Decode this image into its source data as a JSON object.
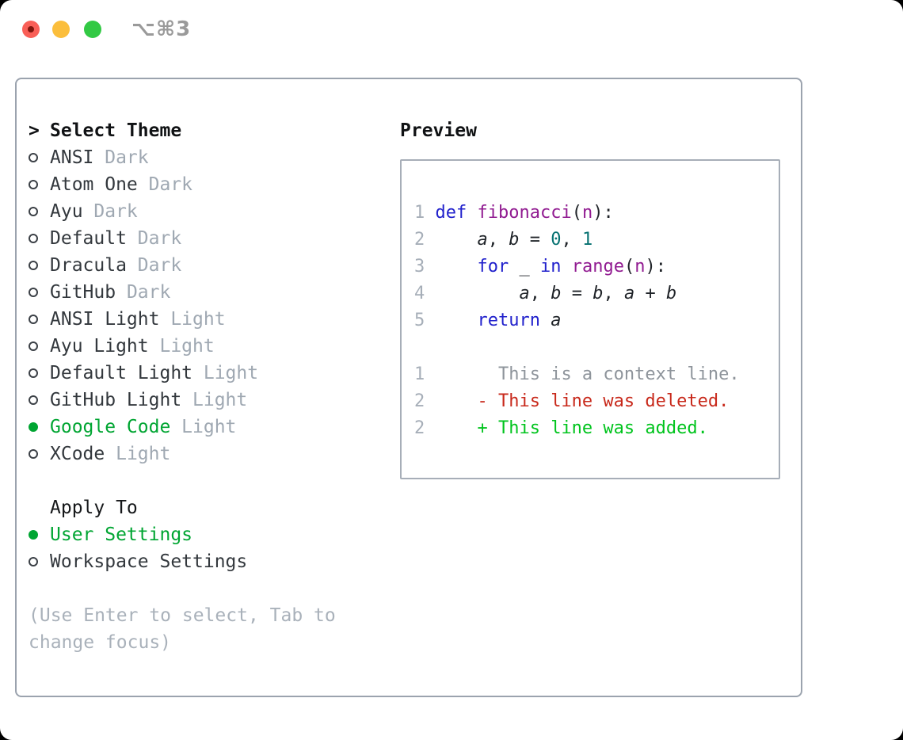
{
  "titlebar": {
    "shortcut": "⌥⌘3",
    "window_controls": [
      {
        "name": "close-button",
        "icon": "red-circle"
      },
      {
        "name": "minimize-button",
        "icon": "yellow-circle"
      },
      {
        "name": "zoom-button",
        "icon": "green-circle"
      }
    ]
  },
  "theme_panel": {
    "cursor": ">",
    "header": "Select Theme",
    "items": [
      {
        "label": "ANSI",
        "tag": "Dark",
        "selected": false
      },
      {
        "label": "Atom One",
        "tag": "Dark",
        "selected": false
      },
      {
        "label": "Ayu",
        "tag": "Dark",
        "selected": false
      },
      {
        "label": "Default",
        "tag": "Dark",
        "selected": false
      },
      {
        "label": "Dracula",
        "tag": "Dark",
        "selected": false
      },
      {
        "label": "GitHub",
        "tag": "Dark",
        "selected": false
      },
      {
        "label": "ANSI Light",
        "tag": "Light",
        "selected": false
      },
      {
        "label": "Ayu Light",
        "tag": "Light",
        "selected": false
      },
      {
        "label": "Default Light",
        "tag": "Light",
        "selected": false
      },
      {
        "label": "GitHub Light",
        "tag": "Light",
        "selected": false
      },
      {
        "label": "Google Code",
        "tag": "Light",
        "selected": true
      },
      {
        "label": "XCode",
        "tag": "Light",
        "selected": false
      }
    ],
    "apply_to": {
      "header": "Apply To",
      "options": [
        {
          "label": "User Settings",
          "selected": true
        },
        {
          "label": "Workspace Settings",
          "selected": false
        }
      ]
    },
    "hint": "(Use Enter to select, Tab to change focus)"
  },
  "preview": {
    "header": "Preview",
    "code": [
      {
        "num": "1",
        "tokens": [
          [
            "kwd",
            "def"
          ],
          [
            "pln",
            " "
          ],
          [
            "typ",
            "fibonacci"
          ],
          [
            "pln",
            "("
          ],
          [
            "typ",
            "n"
          ],
          [
            "pln",
            "):"
          ]
        ]
      },
      {
        "num": "2",
        "tokens": [
          [
            "pln",
            "    "
          ],
          [
            "var",
            "a"
          ],
          [
            "pln",
            ", "
          ],
          [
            "var",
            "b"
          ],
          [
            "pln",
            " = "
          ],
          [
            "lit",
            "0"
          ],
          [
            "pln",
            ", "
          ],
          [
            "lit",
            "1"
          ]
        ]
      },
      {
        "num": "3",
        "tokens": [
          [
            "pln",
            "    "
          ],
          [
            "kwd",
            "for"
          ],
          [
            "pln",
            " _ "
          ],
          [
            "kwd",
            "in"
          ],
          [
            "pln",
            " "
          ],
          [
            "typ",
            "range"
          ],
          [
            "pln",
            "("
          ],
          [
            "typ",
            "n"
          ],
          [
            "pln",
            "):"
          ]
        ]
      },
      {
        "num": "4",
        "tokens": [
          [
            "pln",
            "        "
          ],
          [
            "var",
            "a"
          ],
          [
            "pln",
            ", "
          ],
          [
            "var",
            "b"
          ],
          [
            "pln",
            " = "
          ],
          [
            "var",
            "b"
          ],
          [
            "pln",
            ", "
          ],
          [
            "var",
            "a"
          ],
          [
            "pln",
            " + "
          ],
          [
            "var",
            "b"
          ]
        ]
      },
      {
        "num": "5",
        "tokens": [
          [
            "pln",
            "    "
          ],
          [
            "kwd",
            "return"
          ],
          [
            "pln",
            " "
          ],
          [
            "var",
            "a"
          ]
        ]
      }
    ],
    "diff": [
      {
        "num": "1",
        "kind": "context",
        "text": "      This is a context line."
      },
      {
        "num": "2",
        "kind": "deleted",
        "text": "    - This line was deleted."
      },
      {
        "num": "2",
        "kind": "added",
        "text": "    + This line was added."
      }
    ]
  },
  "colors": {
    "selection_green": "#00a532",
    "added_green": "#00c41d",
    "deleted_red": "#c8291b",
    "keyword_blue": "#2121cc",
    "type_purple": "#911b91",
    "literal_teal": "#067171",
    "code_plain": "#1f2328",
    "line_number": "#a6aeb8",
    "context_gray": "#8e949b",
    "label_dark": "#33383d",
    "tag_gray": "#9fa8b2",
    "hint_gray": "#a9b1ba",
    "border_gray": "#9ba3ae",
    "preview_border": "#a7aeb8",
    "radio_ring": "#3b4046",
    "header_black": "#101214",
    "titlebar_shortcut_gray": "#9a9a9a",
    "traffic_red": "#f95f57",
    "traffic_red_dot": "#80150c",
    "traffic_yellow": "#fbbe3c",
    "traffic_green": "#32c944"
  }
}
